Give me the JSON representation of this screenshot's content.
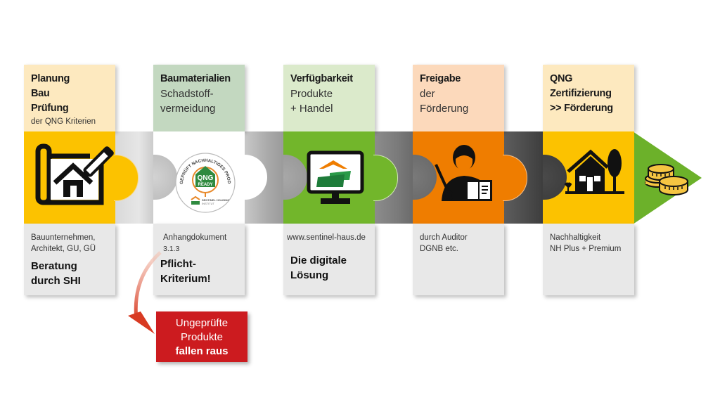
{
  "colors": {
    "yellow": "#fcc200",
    "yellow_light": "#fde9bf",
    "sage_light": "#c3d8c0",
    "green": "#72b62b",
    "green_light": "#dbeacb",
    "orange": "#ef7d00",
    "orange_light": "#fcd9bb",
    "red": "#cc1b1f",
    "footer_gray": "#e8e8e8"
  },
  "steps": [
    {
      "header_bold": [
        "Planung",
        "Bau",
        "Prüfung"
      ],
      "header_small": "der QNG Kriterien",
      "icon": "blueprint-house-pencil-icon",
      "footer_text": [
        "Bauunternehmen,",
        "Architekt, GU, GÜ"
      ],
      "footer_bold": [
        "Beratung",
        "durch SHI"
      ]
    },
    {
      "header_bold": [
        "Baumaterialien"
      ],
      "header_normal": [
        "Schadstoff-",
        "vermeidung"
      ],
      "icon": "qng-ready-seal-icon",
      "seal": {
        "ring_text": "GEPRÜFT NACHHALTIGES PRODUKT",
        "badge_line1": "QNG",
        "badge_line2": "READY",
        "org_line1": "SENTINEL HOLDING",
        "org_line2": "INSTITUT"
      },
      "footer_text": [
        "Anhangdokument",
        "3.1.3"
      ],
      "footer_bold": [
        "Pflicht-",
        "Kriterium!"
      ]
    },
    {
      "header_bold": [
        "Verfügbarkeit"
      ],
      "header_normal": [
        "Produkte",
        "+ Handel"
      ],
      "icon": "monitor-sentinel-logo-icon",
      "footer_text": [
        "www.sentinel-haus.de"
      ],
      "footer_bold": [
        "Die digitale",
        "Lösung"
      ]
    },
    {
      "header_bold": [
        "Freigabe"
      ],
      "header_normal": [
        "der",
        "Förderung"
      ],
      "icon": "auditor-person-book-icon",
      "footer_text": [
        "durch Auditor",
        "DGNB etc."
      ],
      "footer_bold": []
    },
    {
      "header_bold": [
        "QNG",
        "Zertifizierung",
        ">> Förderung"
      ],
      "icon": "house-tree-icon",
      "footer_text": [
        "Nachhaltigkeit",
        "NH Plus + Premium"
      ],
      "footer_bold": []
    }
  ],
  "arrow_end": {
    "icon": "coins-stack-icon"
  },
  "callout": {
    "lines": [
      "Ungeprüfte",
      "Produkte"
    ],
    "bold": "fallen raus"
  }
}
